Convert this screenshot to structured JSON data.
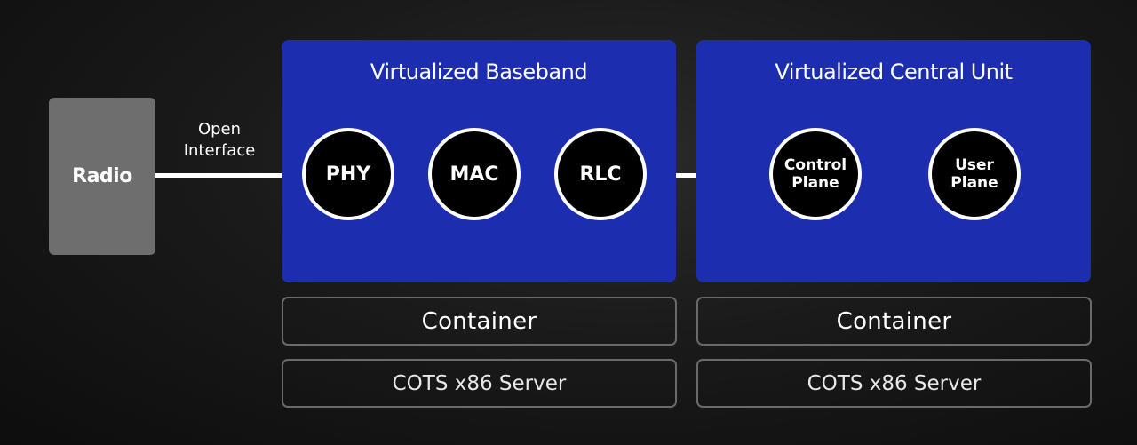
{
  "radio": {
    "label": "Radio"
  },
  "interface": {
    "line1": "Open",
    "line2": "Interface"
  },
  "baseband": {
    "title": "Virtualized Baseband",
    "nodes": [
      {
        "label": "PHY"
      },
      {
        "label": "MAC"
      },
      {
        "label": "RLC"
      }
    ]
  },
  "central_unit": {
    "title": "Virtualized Central Unit",
    "nodes": [
      {
        "line1": "Control",
        "line2": "Plane"
      },
      {
        "line1": "User",
        "line2": "Plane"
      }
    ]
  },
  "layers": {
    "left": {
      "container": "Container",
      "server": "COTS x86 Server"
    },
    "right": {
      "container": "Container",
      "server": "COTS x86 Server"
    }
  },
  "colors": {
    "panel_blue": "#1c2db0",
    "radio_gray": "#6e6e6e",
    "node_black": "#000000",
    "outline_gray": "#6a6a6a"
  }
}
